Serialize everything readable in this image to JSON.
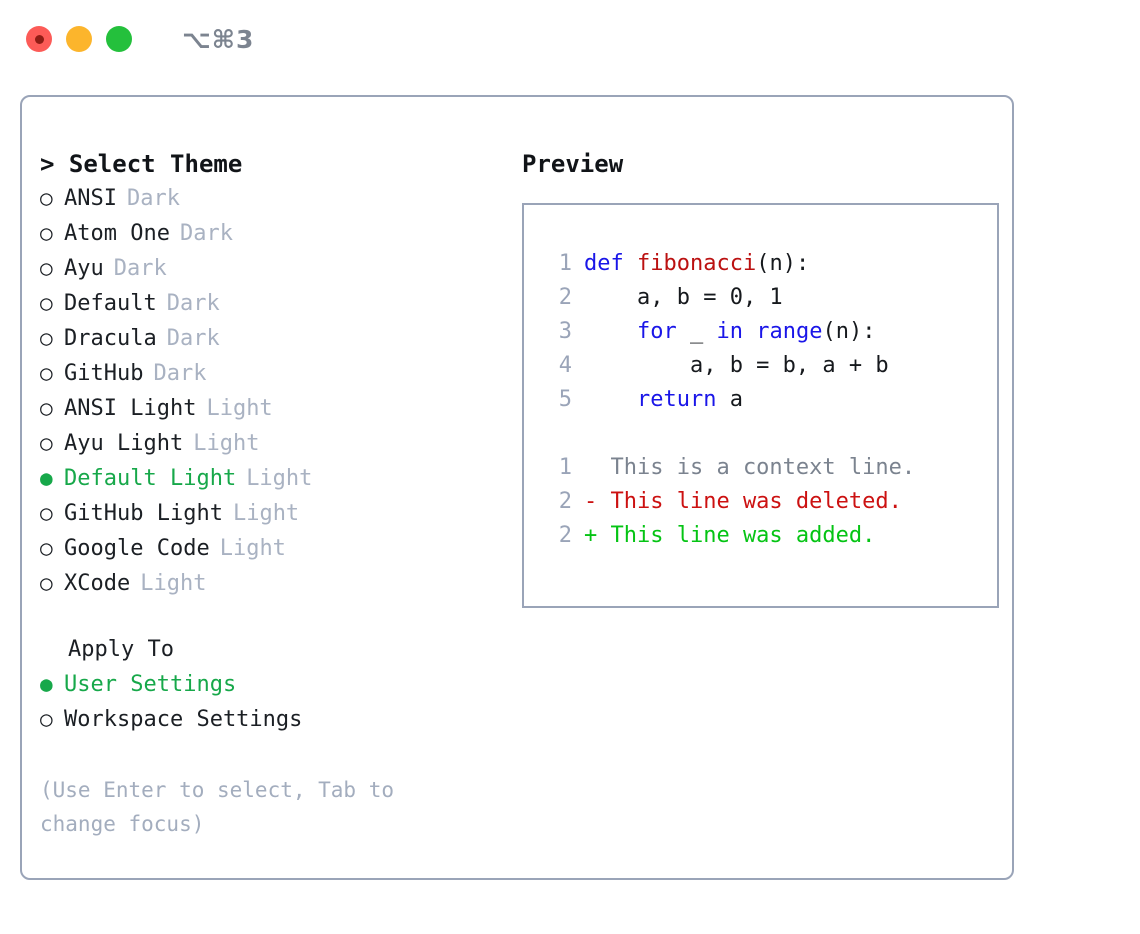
{
  "titlebar": {
    "shortcut": "⌥⌘3",
    "lights": [
      "close-red",
      "minimize-amber",
      "maximize-green"
    ]
  },
  "theme_picker": {
    "heading": "> Select Theme",
    "bullet_unselected": "○",
    "bullet_selected": "●",
    "items": [
      {
        "label": "ANSI",
        "suffix": "Dark",
        "selected": false
      },
      {
        "label": "Atom One",
        "suffix": "Dark",
        "selected": false
      },
      {
        "label": "Ayu",
        "suffix": "Dark",
        "selected": false
      },
      {
        "label": "Default",
        "suffix": "Dark",
        "selected": false
      },
      {
        "label": "Dracula",
        "suffix": "Dark",
        "selected": false
      },
      {
        "label": "GitHub",
        "suffix": "Dark",
        "selected": false
      },
      {
        "label": "ANSI Light",
        "suffix": "Light",
        "selected": false
      },
      {
        "label": "Ayu Light",
        "suffix": "Light",
        "selected": false
      },
      {
        "label": "Default Light",
        "suffix": "Light",
        "selected": true
      },
      {
        "label": "GitHub Light",
        "suffix": "Light",
        "selected": false
      },
      {
        "label": "Google Code",
        "suffix": "Light",
        "selected": false
      },
      {
        "label": "XCode",
        "suffix": "Light",
        "selected": false
      }
    ]
  },
  "apply_to": {
    "heading": "Apply To",
    "options": [
      {
        "label": "User Settings",
        "selected": true
      },
      {
        "label": "Workspace Settings",
        "selected": false
      }
    ]
  },
  "hint": "(Use Enter to select, Tab to change focus)",
  "preview": {
    "heading": "Preview",
    "code_lines": [
      {
        "no": "1",
        "tokens": [
          {
            "t": "def ",
            "k": "kw"
          },
          {
            "t": "fibonacci",
            "k": "fn"
          },
          {
            "t": "(n):",
            "k": "plain"
          }
        ]
      },
      {
        "no": "2",
        "tokens": [
          {
            "t": "    a, b = 0, 1",
            "k": "plain"
          }
        ]
      },
      {
        "no": "3",
        "tokens": [
          {
            "t": "    ",
            "k": "plain"
          },
          {
            "t": "for ",
            "k": "kw"
          },
          {
            "t": "_ ",
            "k": "plain"
          },
          {
            "t": "in ",
            "k": "kw"
          },
          {
            "t": "range",
            "k": "kw"
          },
          {
            "t": "(n):",
            "k": "plain"
          }
        ]
      },
      {
        "no": "4",
        "tokens": [
          {
            "t": "        a, b = b, a + b",
            "k": "plain"
          }
        ]
      },
      {
        "no": "5",
        "tokens": [
          {
            "t": "    ",
            "k": "plain"
          },
          {
            "t": "return ",
            "k": "kw"
          },
          {
            "t": "a",
            "k": "plain"
          }
        ]
      }
    ],
    "diff_lines": [
      {
        "no": "1",
        "marker": " ",
        "text": " This is a context line.",
        "kind": "context"
      },
      {
        "no": "2",
        "marker": "-",
        "text": " This line was deleted.",
        "kind": "del"
      },
      {
        "no": "2",
        "marker": "+",
        "text": " This line was added.",
        "kind": "add"
      }
    ]
  },
  "colors": {
    "accent_green": "#17a84a",
    "border": "#9aa4b8",
    "muted": "#a9b2c2",
    "keyword_blue": "#1a16e8",
    "function_red": "#bb1111",
    "diff_del_red": "#cc1111",
    "diff_add_green": "#05c414"
  }
}
